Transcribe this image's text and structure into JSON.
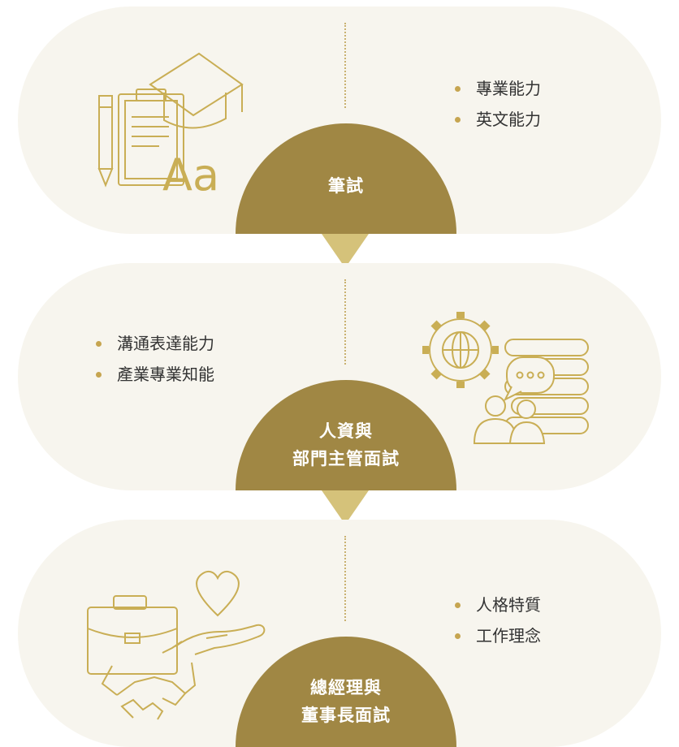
{
  "colors": {
    "pill_bg": "#f7f5ee",
    "dome": "#a08744",
    "arrow": "#d5c27a",
    "accent": "#c6a550",
    "text": "#333333"
  },
  "stages": [
    {
      "title": "筆試",
      "items": [
        "專業能力",
        "英文能力"
      ],
      "icon": "exam-icon"
    },
    {
      "title": "人資與\n部門主管面試",
      "items": [
        "溝通表達能力",
        "產業專業知能"
      ],
      "icon": "communication-icon"
    },
    {
      "title": "總經理與\n董事長面試",
      "items": [
        "人格特質",
        "工作理念"
      ],
      "icon": "values-icon"
    }
  ]
}
